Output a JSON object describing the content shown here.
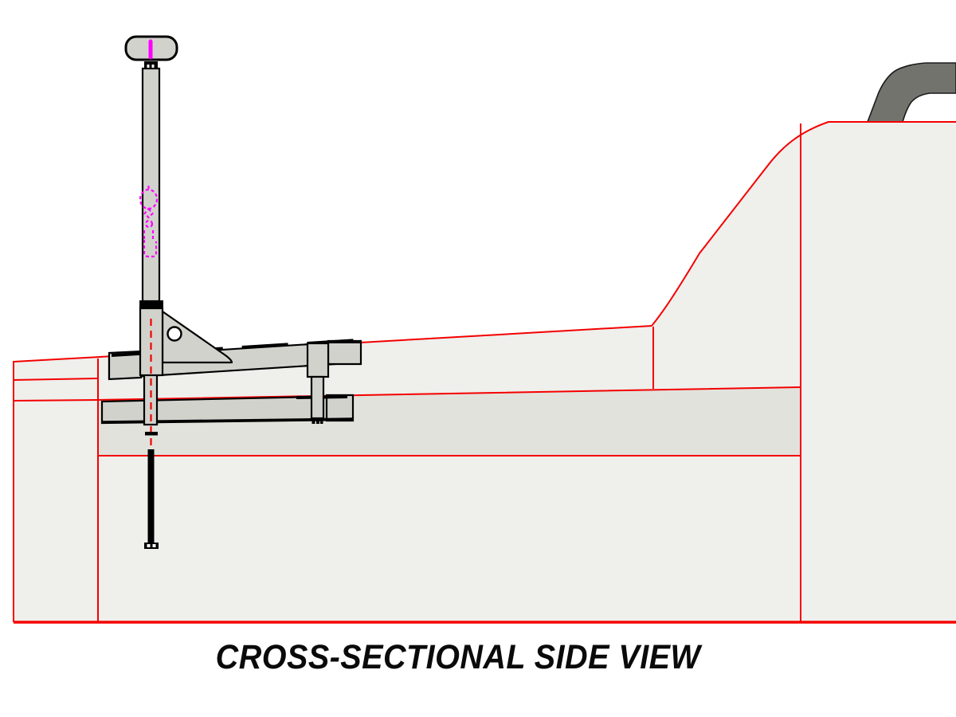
{
  "diagram": {
    "title": "CROSS-SECTIONAL SIDE VIEW",
    "kind": "technical cross-section drawing",
    "colors": {
      "outline_red": "#f40000",
      "highlight_magenta": "#ff00ff",
      "part_gray": "#d2d2cd",
      "hull_fill": "#efefec",
      "band_fill": "#e2e2dc",
      "handle_gray": "#73736e",
      "line_black": "#000000",
      "background": "#ffffff"
    },
    "parts": [
      {
        "name": "knob",
        "label": "top knob with magenta pin"
      },
      {
        "name": "pole",
        "label": "vertical mounting pole"
      },
      {
        "name": "latch-detail",
        "label": "magenta hidden-line latch detail"
      },
      {
        "name": "gusset-plate",
        "label": "triangular gusset with hole"
      },
      {
        "name": "upper-rail",
        "label": "upper mounting rail"
      },
      {
        "name": "lower-rail",
        "label": "lower mounting rail"
      },
      {
        "name": "support-post",
        "label": "right support post"
      },
      {
        "name": "anchor-bolt",
        "label": "lower anchor bolt"
      },
      {
        "name": "hull-outline",
        "label": "red hull cross-section outline"
      },
      {
        "name": "grab-handle",
        "label": "dark grab handle"
      }
    ]
  }
}
